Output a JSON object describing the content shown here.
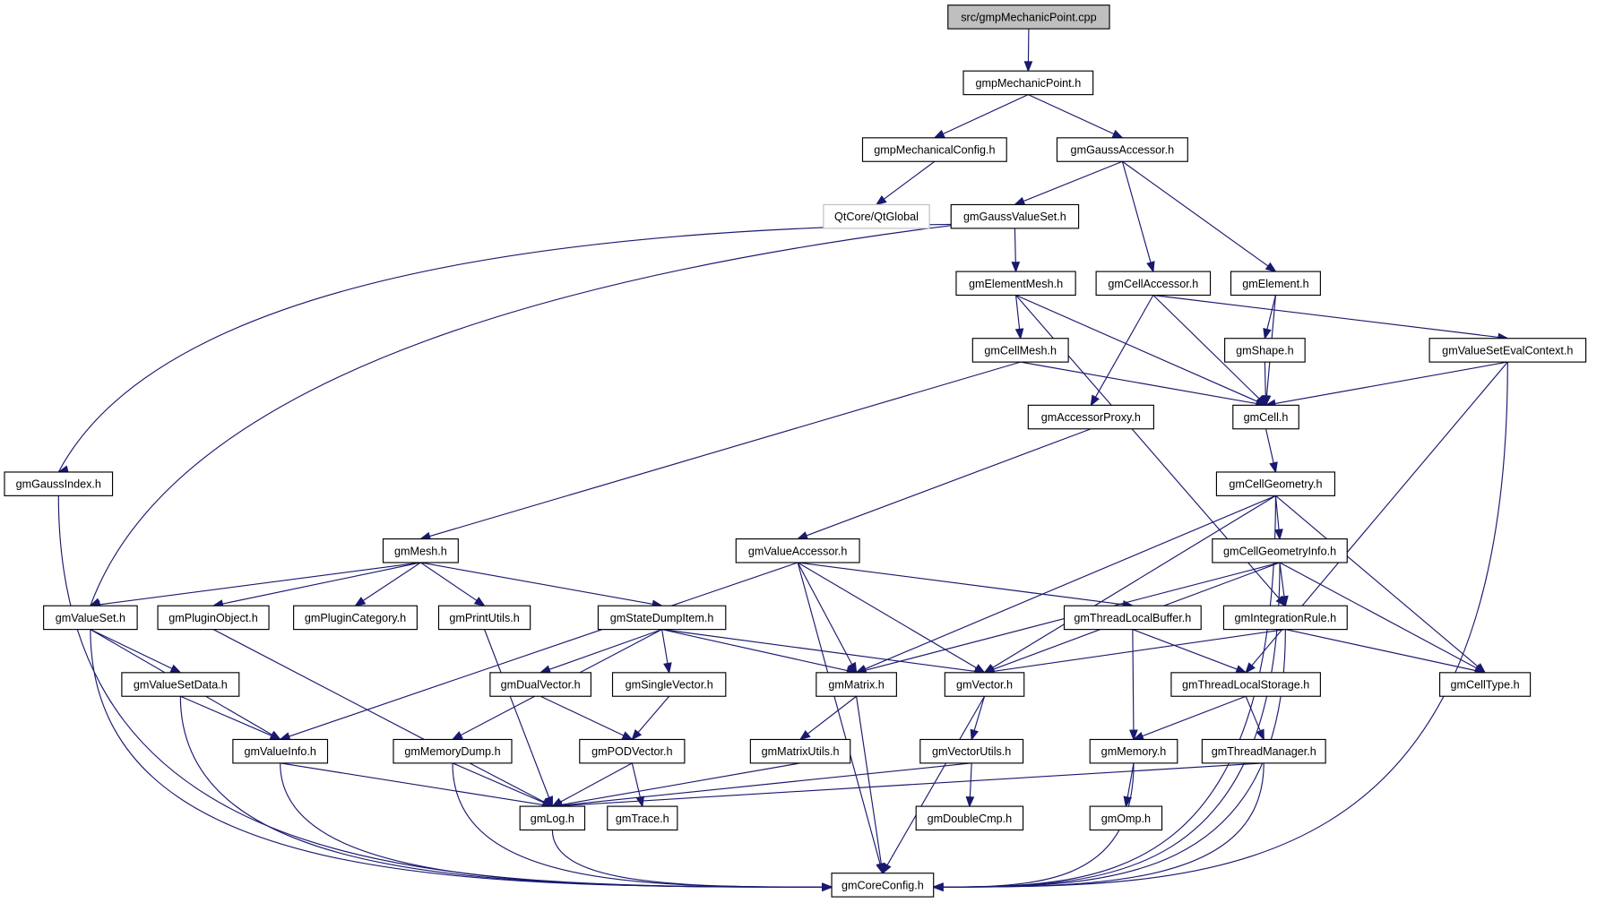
{
  "graph": {
    "type": "include-dependency-graph",
    "colors": {
      "edge": "#191970",
      "root_fill": "#bfbfbf",
      "node_border": "#000000",
      "external_border": "#bfbfbf"
    },
    "nodes": [
      {
        "id": "cpp",
        "label": "src/gmpMechanicPoint.cpp",
        "kind": "root"
      },
      {
        "id": "mp",
        "label": "gmpMechanicPoint.h"
      },
      {
        "id": "mc",
        "label": "gmpMechanicalConfig.h"
      },
      {
        "id": "ga",
        "label": "gmGaussAccessor.h"
      },
      {
        "id": "qt",
        "label": "QtCore/QtGlobal",
        "kind": "ext"
      },
      {
        "id": "gvs",
        "label": "gmGaussValueSet.h"
      },
      {
        "id": "em",
        "label": "gmElementMesh.h"
      },
      {
        "id": "ca",
        "label": "gmCellAccessor.h"
      },
      {
        "id": "el",
        "label": "gmElement.h"
      },
      {
        "id": "cm",
        "label": "gmCellMesh.h"
      },
      {
        "id": "sh",
        "label": "gmShape.h"
      },
      {
        "id": "vsec",
        "label": "gmValueSetEvalContext.h"
      },
      {
        "id": "ap",
        "label": "gmAccessorProxy.h"
      },
      {
        "id": "cell",
        "label": "gmCell.h"
      },
      {
        "id": "gi",
        "label": "gmGaussIndex.h"
      },
      {
        "id": "cg",
        "label": "gmCellGeometry.h"
      },
      {
        "id": "mesh",
        "label": "gmMesh.h"
      },
      {
        "id": "va",
        "label": "gmValueAccessor.h"
      },
      {
        "id": "cgi",
        "label": "gmCellGeometryInfo.h"
      },
      {
        "id": "vs",
        "label": "gmValueSet.h"
      },
      {
        "id": "po",
        "label": "gmPluginObject.h"
      },
      {
        "id": "pc",
        "label": "gmPluginCategory.h"
      },
      {
        "id": "pu",
        "label": "gmPrintUtils.h"
      },
      {
        "id": "sdi",
        "label": "gmStateDumpItem.h"
      },
      {
        "id": "tlb",
        "label": "gmThreadLocalBuffer.h"
      },
      {
        "id": "ir",
        "label": "gmIntegrationRule.h"
      },
      {
        "id": "vsd",
        "label": "gmValueSetData.h"
      },
      {
        "id": "dv",
        "label": "gmDualVector.h"
      },
      {
        "id": "sv",
        "label": "gmSingleVector.h"
      },
      {
        "id": "mat",
        "label": "gmMatrix.h"
      },
      {
        "id": "vec",
        "label": "gmVector.h"
      },
      {
        "id": "tls",
        "label": "gmThreadLocalStorage.h"
      },
      {
        "id": "ct",
        "label": "gmCellType.h"
      },
      {
        "id": "vi",
        "label": "gmValueInfo.h"
      },
      {
        "id": "md",
        "label": "gmMemoryDump.h"
      },
      {
        "id": "pod",
        "label": "gmPODVector.h"
      },
      {
        "id": "mu",
        "label": "gmMatrixUtils.h"
      },
      {
        "id": "vu",
        "label": "gmVectorUtils.h"
      },
      {
        "id": "mem",
        "label": "gmMemory.h"
      },
      {
        "id": "tm",
        "label": "gmThreadManager.h"
      },
      {
        "id": "log",
        "label": "gmLog.h"
      },
      {
        "id": "tr",
        "label": "gmTrace.h"
      },
      {
        "id": "dc",
        "label": "gmDoubleCmp.h"
      },
      {
        "id": "omp",
        "label": "gmOmp.h"
      },
      {
        "id": "cc",
        "label": "gmCoreConfig.h"
      }
    ],
    "edges": [
      [
        "cpp",
        "mp"
      ],
      [
        "mp",
        "mc"
      ],
      [
        "mp",
        "ga"
      ],
      [
        "mc",
        "qt"
      ],
      [
        "ga",
        "gvs"
      ],
      [
        "ga",
        "ca"
      ],
      [
        "ga",
        "el"
      ],
      [
        "gvs",
        "gi"
      ],
      [
        "gvs",
        "vs"
      ],
      [
        "gvs",
        "em"
      ],
      [
        "em",
        "cm"
      ],
      [
        "em",
        "cell"
      ],
      [
        "em",
        "ir"
      ],
      [
        "ca",
        "ap"
      ],
      [
        "ca",
        "cell"
      ],
      [
        "ca",
        "vsec"
      ],
      [
        "el",
        "sh"
      ],
      [
        "el",
        "cell"
      ],
      [
        "sh",
        "cell"
      ],
      [
        "vsec",
        "cell"
      ],
      [
        "vsec",
        "tls"
      ],
      [
        "vsec",
        "cc"
      ],
      [
        "cm",
        "mesh"
      ],
      [
        "cm",
        "cell"
      ],
      [
        "ap",
        "va"
      ],
      [
        "cell",
        "cg"
      ],
      [
        "gi",
        "cc"
      ],
      [
        "cg",
        "mat"
      ],
      [
        "cg",
        "vec"
      ],
      [
        "cg",
        "cgi"
      ],
      [
        "cg",
        "ct"
      ],
      [
        "cg",
        "cc"
      ],
      [
        "cgi",
        "mat"
      ],
      [
        "cgi",
        "vec"
      ],
      [
        "cgi",
        "ir"
      ],
      [
        "cgi",
        "ct"
      ],
      [
        "cgi",
        "cc"
      ],
      [
        "mesh",
        "vs"
      ],
      [
        "mesh",
        "po"
      ],
      [
        "mesh",
        "pc"
      ],
      [
        "mesh",
        "pu"
      ],
      [
        "mesh",
        "sdi"
      ],
      [
        "va",
        "vi"
      ],
      [
        "va",
        "mat"
      ],
      [
        "va",
        "vec"
      ],
      [
        "va",
        "tlb"
      ],
      [
        "va",
        "cc"
      ],
      [
        "vs",
        "vsd"
      ],
      [
        "vs",
        "vi"
      ],
      [
        "vs",
        "cc"
      ],
      [
        "po",
        "log"
      ],
      [
        "pu",
        "log"
      ],
      [
        "sdi",
        "md"
      ],
      [
        "sdi",
        "dv"
      ],
      [
        "sdi",
        "sv"
      ],
      [
        "sdi",
        "mat"
      ],
      [
        "sdi",
        "vec"
      ],
      [
        "tlb",
        "mem"
      ],
      [
        "tlb",
        "tls"
      ],
      [
        "ir",
        "vec"
      ],
      [
        "ir",
        "ct"
      ],
      [
        "ir",
        "cc"
      ],
      [
        "vsd",
        "vi"
      ],
      [
        "vsd",
        "cc"
      ],
      [
        "dv",
        "pod"
      ],
      [
        "sv",
        "pod"
      ],
      [
        "mat",
        "mu"
      ],
      [
        "mat",
        "cc"
      ],
      [
        "vec",
        "vu"
      ],
      [
        "vec",
        "cc"
      ],
      [
        "tls",
        "mem"
      ],
      [
        "tls",
        "tm"
      ],
      [
        "vi",
        "log"
      ],
      [
        "vi",
        "cc"
      ],
      [
        "md",
        "log"
      ],
      [
        "md",
        "cc"
      ],
      [
        "pod",
        "log"
      ],
      [
        "pod",
        "tr"
      ],
      [
        "mu",
        "log"
      ],
      [
        "vu",
        "log"
      ],
      [
        "vu",
        "dc"
      ],
      [
        "mem",
        "omp"
      ],
      [
        "mem",
        "cc"
      ],
      [
        "tm",
        "log"
      ],
      [
        "tm",
        "cc"
      ],
      [
        "log",
        "cc"
      ]
    ]
  }
}
